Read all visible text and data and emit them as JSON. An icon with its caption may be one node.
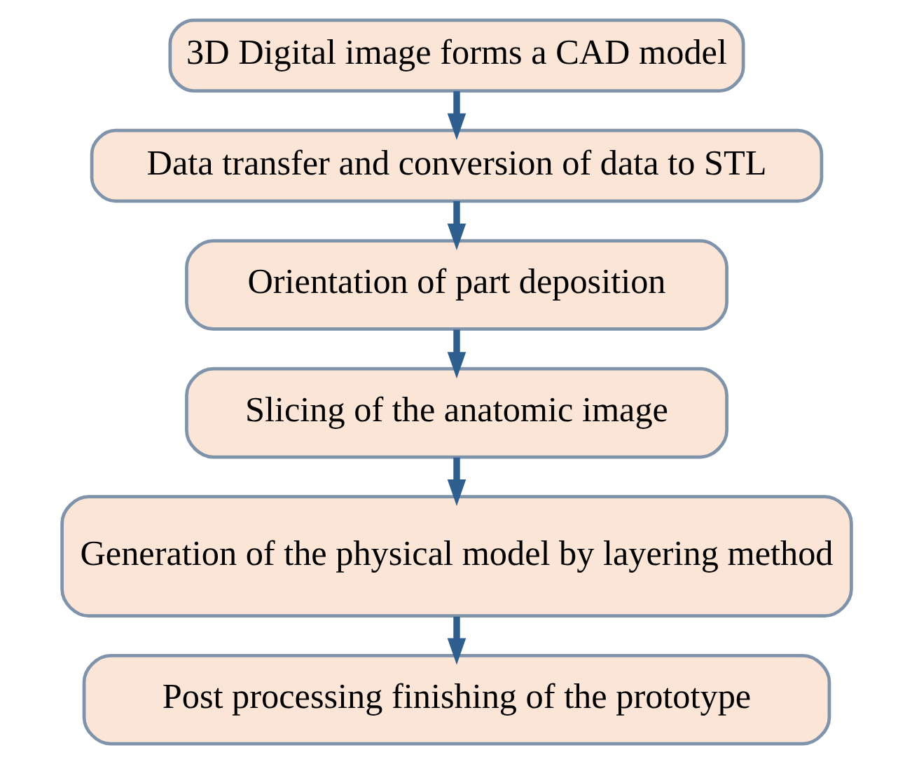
{
  "diagram": {
    "nodes": [
      {
        "text": [
          "3D Digital image forms a CAD model"
        ]
      },
      {
        "text": [
          "Data transfer and conversion of data to STL"
        ]
      },
      {
        "text": [
          "Orientation of part deposition"
        ]
      },
      {
        "text": [
          "Slicing of the anatomic image"
        ]
      },
      {
        "text": [
          "Generation of the physical model by layering method"
        ]
      },
      {
        "text": [
          "Post processing finishing of the prototype"
        ]
      }
    ],
    "edges": [
      {
        "from": 0,
        "to": 1,
        "arrow": "to"
      },
      {
        "from": 1,
        "to": 2,
        "arrow": "to"
      },
      {
        "from": 2,
        "to": 3,
        "arrow": "to"
      },
      {
        "from": 3,
        "to": 4,
        "arrow": "to"
      },
      {
        "from": 4,
        "to": 5,
        "arrow": "to"
      }
    ]
  }
}
